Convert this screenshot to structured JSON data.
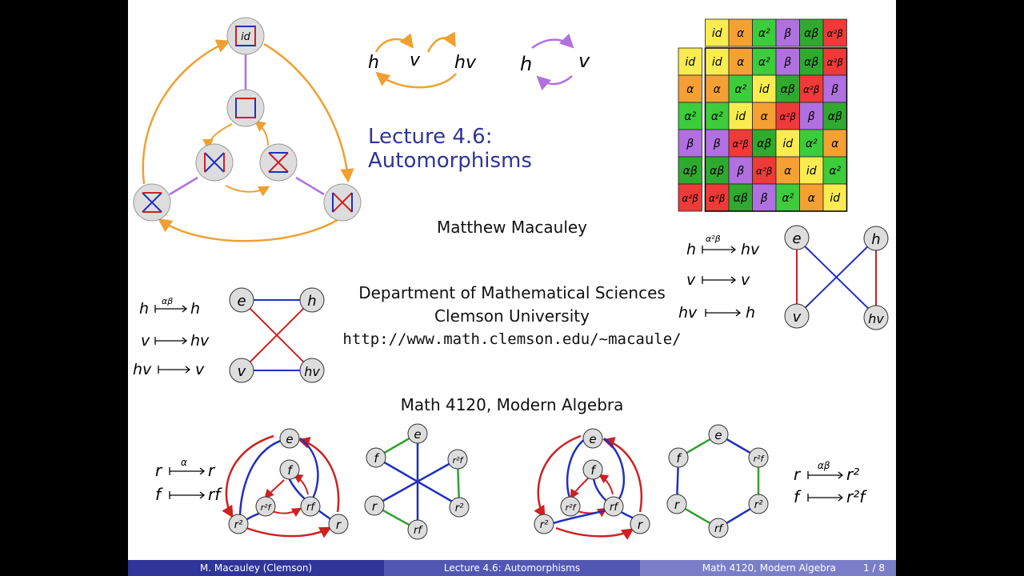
{
  "title": "Lecture 4.6: Automorphisms",
  "author": "Matthew Macauley",
  "department": "Department of Mathematical Sciences",
  "university": "Clemson University",
  "url": "http://www.math.clemson.edu/~macaule/",
  "course": "Math 4120, Modern Algebra",
  "footer": {
    "left": "M. Macauley  (Clemson)",
    "center": "Lecture 4.6: Automorphisms",
    "right": "Math 4120, Modern Algebra",
    "page": "1 / 8"
  },
  "colors": {
    "title_blue": "#2f3599",
    "orange_arrow": "#f0a030",
    "purple_arrow": "#b070e0",
    "edge_red": "#d02020",
    "edge_blue": "#2030c0",
    "edge_green": "#30a030"
  },
  "cayley_table": {
    "header": [
      "id",
      "α",
      "α²",
      "β",
      "αβ",
      "α²β"
    ],
    "row_labels": [
      "id",
      "α",
      "α²",
      "β",
      "αβ",
      "α²β"
    ],
    "rows": [
      [
        "id",
        "α",
        "α²",
        "β",
        "αβ",
        "α²β"
      ],
      [
        "α",
        "α²",
        "id",
        "αβ",
        "α²β",
        "β"
      ],
      [
        "α²",
        "id",
        "α",
        "α²β",
        "β",
        "αβ"
      ],
      [
        "β",
        "α²β",
        "αβ",
        "id",
        "α²",
        "α"
      ],
      [
        "αβ",
        "β",
        "α²β",
        "α",
        "id",
        "α²"
      ],
      [
        "α²β",
        "αβ",
        "β",
        "α²",
        "α",
        "id"
      ]
    ],
    "element_colors": {
      "id": "#f8ec50",
      "α": "#f5a033",
      "α²": "#3ccc3c",
      "β": "#b070e0",
      "αβ": "#2faa2f",
      "α²β": "#ef3a3a"
    }
  },
  "v4_top_labels": [
    "h",
    "v",
    "hv"
  ],
  "v4_pair_labels": [
    "h",
    "v"
  ],
  "mapping_left": [
    {
      "from": "h",
      "arrow": "αβ",
      "to": "h"
    },
    {
      "from": "v",
      "arrow": "",
      "to": "hv"
    },
    {
      "from": "hv",
      "arrow": "",
      "to": "v"
    }
  ],
  "mapping_right": [
    {
      "from": "h",
      "arrow": "α²β",
      "to": "hv"
    },
    {
      "from": "v",
      "arrow": "",
      "to": "v"
    },
    {
      "from": "hv",
      "arrow": "",
      "to": "h"
    }
  ],
  "v4_graph_labels": [
    "e",
    "h",
    "v",
    "hv"
  ],
  "d3_labels": [
    "e",
    "f",
    "r²f",
    "rf",
    "r²",
    "r"
  ],
  "d3_hex_labels": [
    "e",
    "f",
    "r²f",
    "r",
    "r²",
    "rf"
  ],
  "mapping_bottom_left": [
    {
      "from": "r",
      "arrow": "α",
      "to": "r"
    },
    {
      "from": "f",
      "arrow": "",
      "to": "rf"
    }
  ],
  "mapping_bottom_right": [
    {
      "from": "r",
      "arrow": "αβ",
      "to": "r²"
    },
    {
      "from": "f",
      "arrow": "",
      "to": "r²f"
    }
  ],
  "square_center_label": "id"
}
